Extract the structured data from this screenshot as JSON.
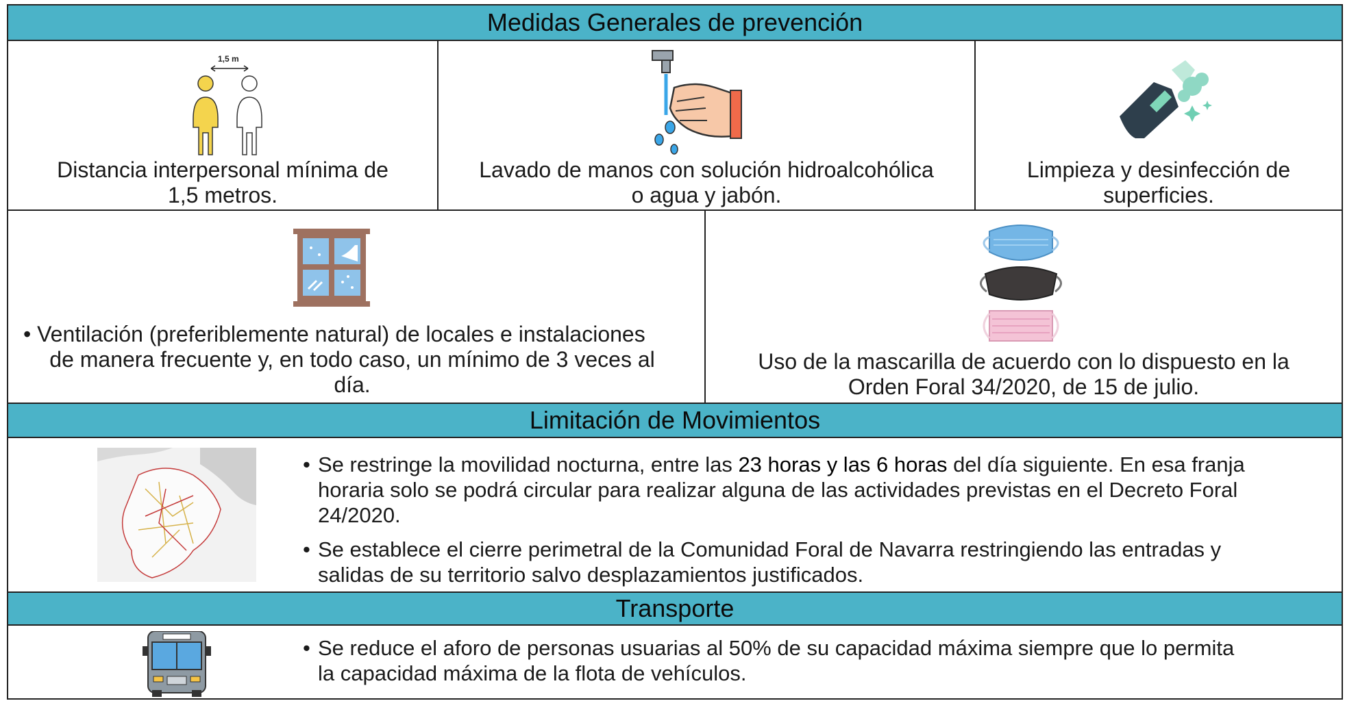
{
  "sections": {
    "general": {
      "title": "Medidas Generales de prevención",
      "items": [
        {
          "text_line1": "Distancia interpersonal mínima de",
          "text_line2": "1,5 metros.",
          "icon": "social-distance-icon",
          "distance_label": "1,5 m"
        },
        {
          "text_line1": "Lavado de manos con solución hidroalcohólica",
          "text_line2": "o agua y jabón.",
          "icon": "hand-washing-icon"
        },
        {
          "text_line1": "Limpieza y desinfección de",
          "text_line2": "superficies.",
          "icon": "spray-bottle-icon"
        },
        {
          "bullet": "•",
          "text_line1": "Ventilación (preferiblemente natural) de locales e instalaciones",
          "text_line2": "de manera frecuente y, en todo caso, un mínimo de 3 veces al",
          "text_line3": "día.",
          "icon": "window-icon"
        },
        {
          "text_line1": "Uso de la mascarilla de acuerdo con lo dispuesto en la",
          "text_line2": "Orden Foral 34/2020, de 15 de julio.",
          "icon": "face-masks-icon"
        }
      ]
    },
    "movement": {
      "title": "Limitación de Movimientos",
      "icon": "navarra-map-icon",
      "bullets": [
        {
          "pre": "Se restringe la movilidad nocturna, entre las ",
          "bold": "23 horas y las 6 horas",
          "post": " del día siguiente. En esa franja",
          "line2": "horaria solo se podrá circular para realizar alguna de las actividades previstas en el Decreto Foral",
          "line3": "24/2020."
        },
        {
          "line1": "Se establece el cierre perimetral de la Comunidad Foral de Navarra restringiendo las entradas y",
          "line2": "salidas de su territorio salvo desplazamientos justificados."
        }
      ]
    },
    "transport": {
      "title": "Transporte",
      "icon": "bus-icon",
      "bullets": [
        {
          "line1": "Se reduce el aforo de personas usuarias al 50% de su capacidad máxima siempre que lo permita",
          "line2": "la capacidad máxima de la flota de vehículos."
        }
      ]
    }
  },
  "colors": {
    "header_bg": "#4bb3c8",
    "border": "#222222"
  }
}
